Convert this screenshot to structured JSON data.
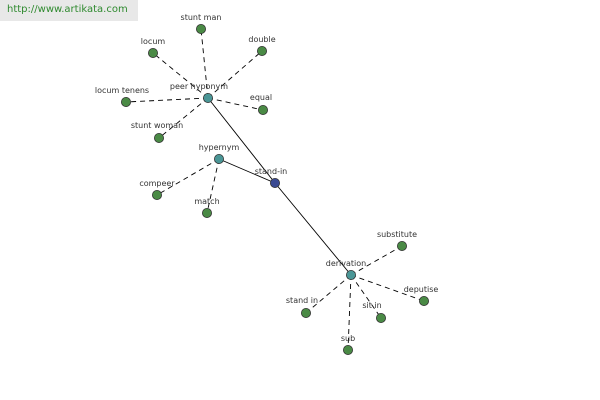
{
  "site_url": "http://www.artikata.com",
  "colors": {
    "leaf": "#4a8a45",
    "relation": "#4a9696",
    "center": "#3a4a92",
    "stroke": "#333333",
    "edge": "#000000",
    "url_text": "#2f8a2f",
    "url_bg": "#e8e8e8"
  },
  "graph": {
    "center": "stand-in",
    "relations": [
      {
        "key": "peer_hyponym",
        "label": "peer hyponym"
      },
      {
        "key": "hypernym",
        "label": "hypernym"
      },
      {
        "key": "derivation",
        "label": "derivation"
      }
    ],
    "leaves": {
      "peer_hyponym": [
        "stunt man",
        "locum",
        "double",
        "locum tenens",
        "equal",
        "stunt woman"
      ],
      "hypernym": [
        "compeer",
        "match"
      ],
      "derivation": [
        "substitute",
        "stand in",
        "sit in",
        "deputise",
        "sub"
      ]
    }
  }
}
